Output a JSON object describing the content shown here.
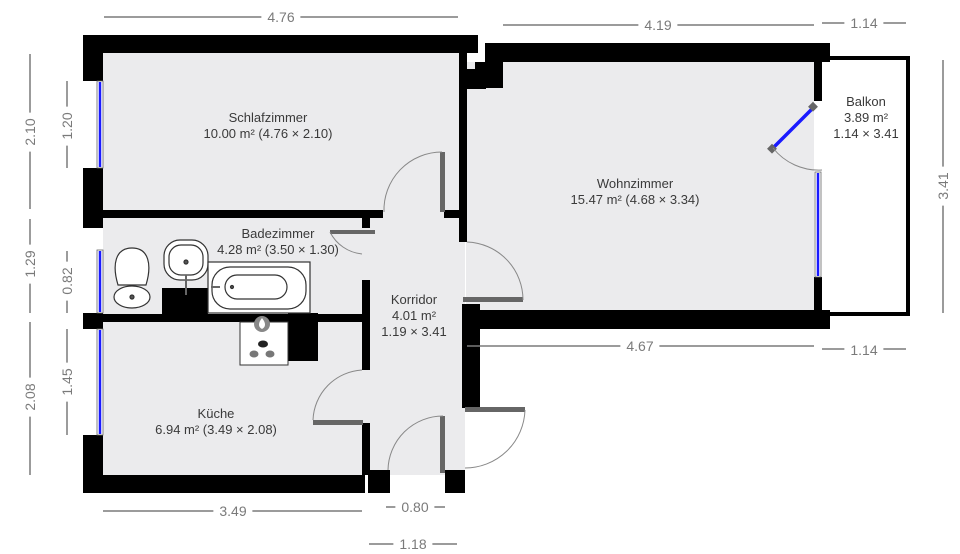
{
  "floorplan": {
    "rooms": [
      {
        "name": "Schlafzimmer",
        "area": "10.00 m² (4.76 × 2.10)"
      },
      {
        "name": "Wohnzimmer",
        "area": "15.47 m² (4.68 × 3.34)"
      },
      {
        "name": "Balkon",
        "area": "3.89 m²",
        "size": "1.14 × 3.41"
      },
      {
        "name": "Badezimmer",
        "area": "4.28 m² (3.50 × 1.30)"
      },
      {
        "name": "Korridor",
        "area": "4.01 m²",
        "size": "1.19 × 3.41"
      },
      {
        "name": "Küche",
        "area": "6.94 m² (3.49 × 2.08)"
      }
    ],
    "dimensions": {
      "top_schlafzimmer": "4.76",
      "top_wohnzimmer": "4.19",
      "top_balkon": "1.14",
      "bottom_wohnzimmer": "4.67",
      "bottom_balkon": "1.14",
      "bottom_kueche": "3.49",
      "bottom_door": "0.80",
      "bottom_korridor": "1.18",
      "right_balkon": "3.41",
      "left_schlafzimmer": "2.10",
      "left_schlafzimmer_window": "1.20",
      "left_badezimmer": "1.29",
      "left_badezimmer_window": "0.82",
      "left_kueche": "2.08",
      "left_kueche_window": "1.45"
    },
    "colors": {
      "wall": "#000000",
      "floor": "#ebebed",
      "window": "#1a1aff",
      "door": "#666666",
      "dimension": "#7a7a7a"
    }
  }
}
